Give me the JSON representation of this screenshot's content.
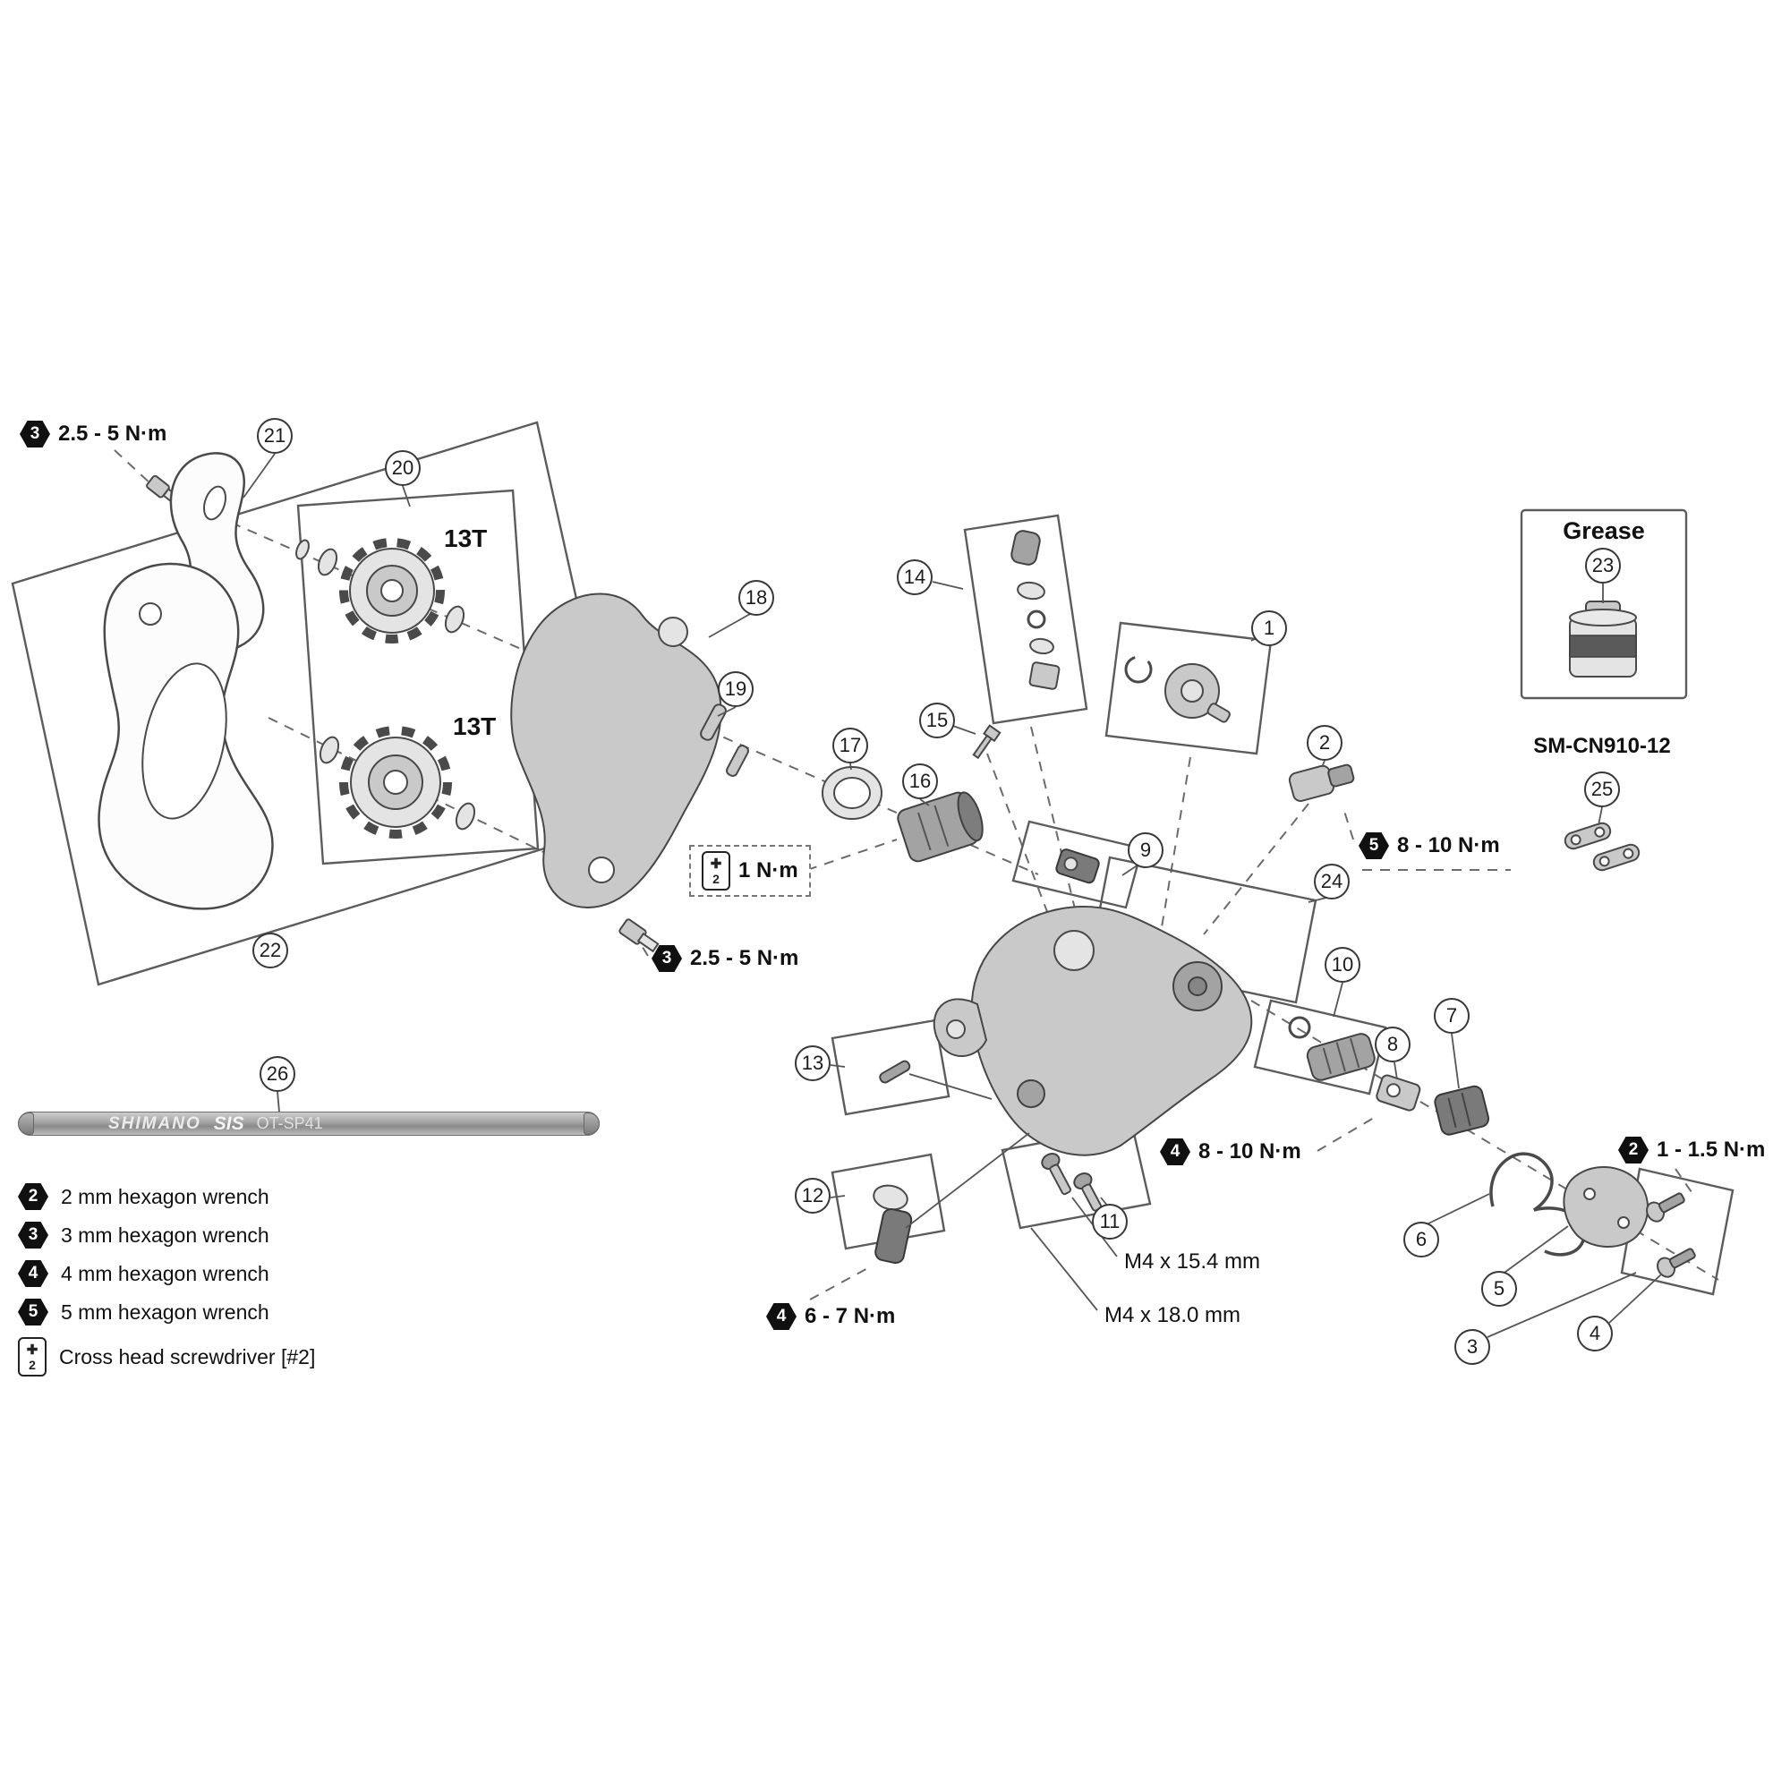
{
  "callouts": [
    "1",
    "2",
    "3",
    "4",
    "5",
    "6",
    "7",
    "8",
    "9",
    "10",
    "11",
    "12",
    "13",
    "14",
    "15",
    "16",
    "17",
    "18",
    "19",
    "20",
    "21",
    "22",
    "23",
    "24",
    "25",
    "26"
  ],
  "labels": {
    "pulley_top": "13T",
    "pulley_bottom": "13T",
    "grease": "Grease",
    "quick_link": "SM-CN910-12",
    "screw_a": "M4 x 15.4 mm",
    "screw_b": "M4 x 18.0 mm"
  },
  "cable": {
    "brand": "SHIMANO",
    "tech": "SIS",
    "model": "OT-SP41"
  },
  "torque_labels": [
    {
      "tool": "3",
      "value": "2.5 - 5 N·m"
    },
    {
      "tool": "3",
      "value": "2.5 - 5 N·m"
    },
    {
      "tool": "ph2",
      "value": "1 N·m"
    },
    {
      "tool": "5",
      "value": "8 - 10 N·m"
    },
    {
      "tool": "4",
      "value": "8 - 10 N·m"
    },
    {
      "tool": "4",
      "value": "6 - 7 N·m"
    },
    {
      "tool": "2",
      "value": "1 - 1.5 N·m"
    }
  ],
  "icons": {
    "cross_head_glyph": "✚",
    "screwdriver_bit": "2"
  },
  "legend": [
    {
      "tool": "2",
      "label": "2 mm hexagon wrench"
    },
    {
      "tool": "3",
      "label": "3 mm hexagon wrench"
    },
    {
      "tool": "4",
      "label": "4 mm hexagon wrench"
    },
    {
      "tool": "5",
      "label": "5 mm hexagon wrench"
    },
    {
      "tool": "ph2",
      "label": "Cross head screwdriver [#2]"
    }
  ]
}
